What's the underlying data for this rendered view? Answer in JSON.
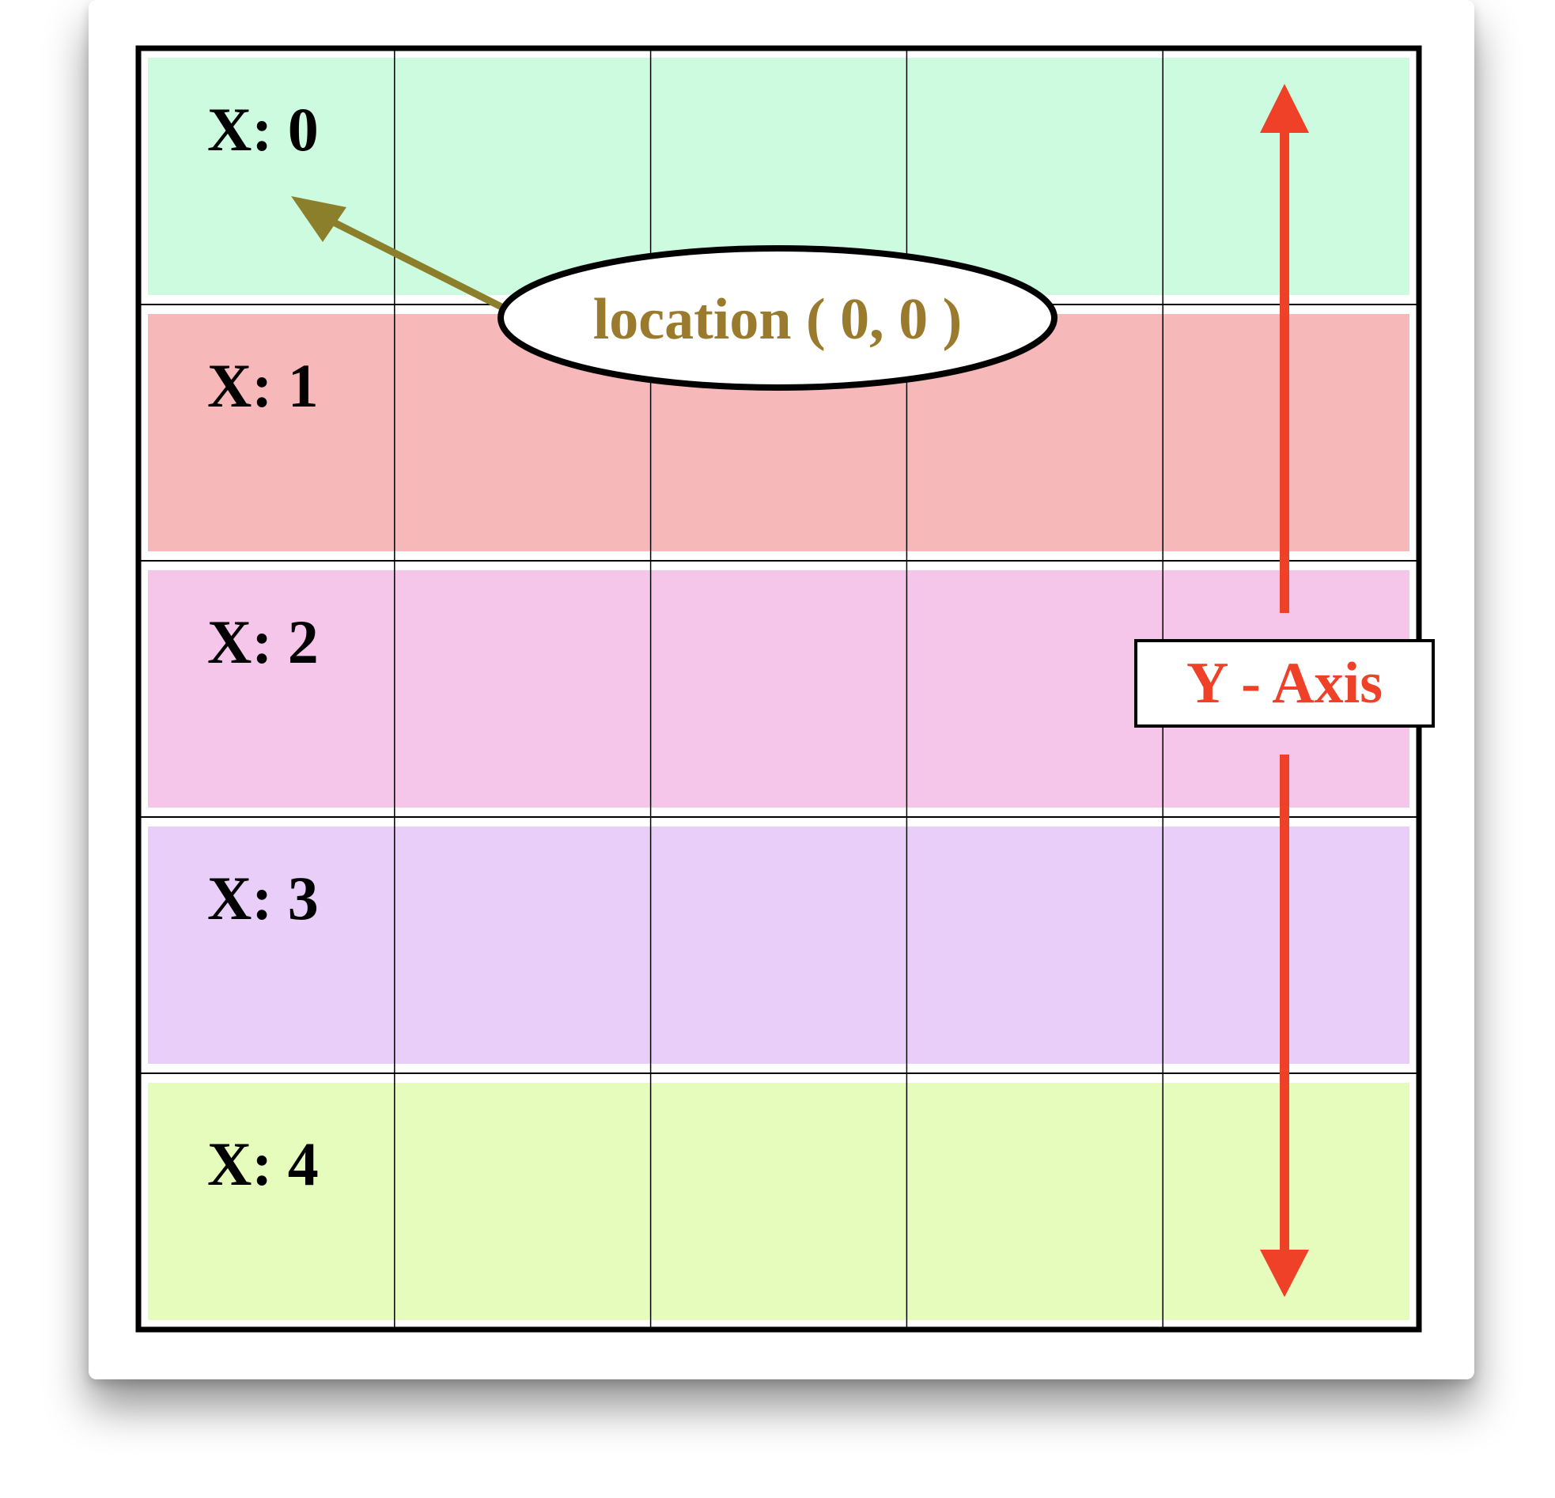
{
  "rows": [
    {
      "label": "X: 0",
      "color": "#CCFBDF"
    },
    {
      "label": "X: 1",
      "color": "#F6B8B8"
    },
    {
      "label": "X: 2",
      "color": "#F5C5EA"
    },
    {
      "label": "X: 3",
      "color": "#E9CEF9"
    },
    {
      "label": "X: 4",
      "color": "#E6FCBD"
    }
  ],
  "grid": {
    "rows": 5,
    "columns": 5
  },
  "callout": {
    "label": "location ( 0, 0 )",
    "color": "#9A7A2C",
    "arrow_color": "#8B7F2B"
  },
  "axis": {
    "label": "Y - Axis",
    "color": "#EE4128"
  }
}
